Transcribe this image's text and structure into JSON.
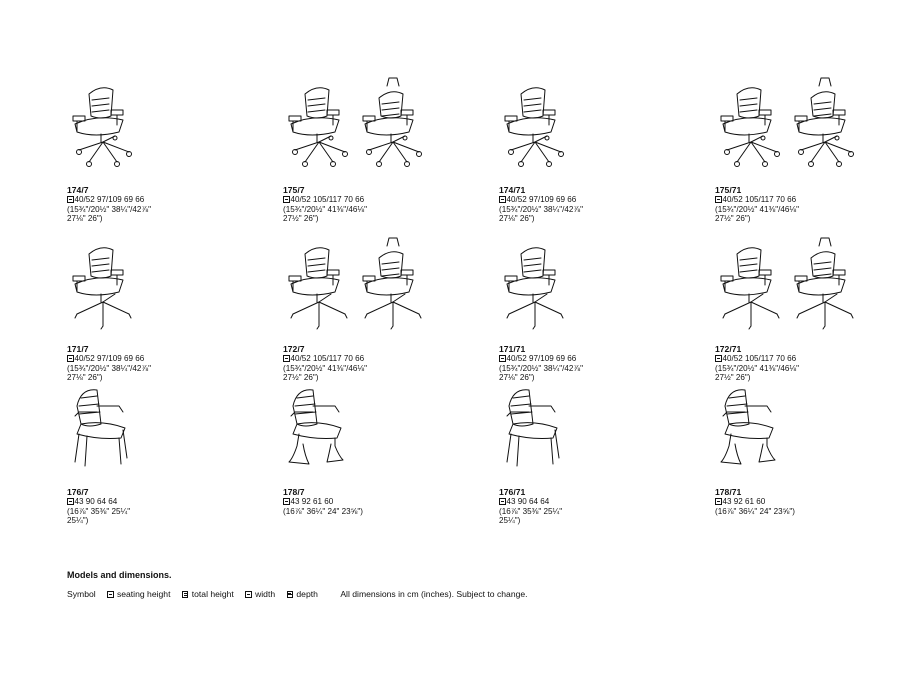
{
  "items": [
    {
      "model": "174/7",
      "line1": "40/52  97/109  69  66",
      "line2": "(15¾\"/20½\"  38¼\"/42⅞\"",
      "line3": "27⅛\"  26\")",
      "variant": "mesh-5star",
      "pair": false
    },
    {
      "model": "175/7",
      "line1": "40/52  105/117  70  66",
      "line2": "(15¾\"/20½\"  41⅜\"/46⅛\"",
      "line3": "27½\"  26\")",
      "variant": "mesh-5star",
      "pair": true
    },
    {
      "model": "174/71",
      "line1": "40/52  97/109  69  66",
      "line2": "(15¾\"/20½\"  38¼\"/42⅞\"",
      "line3": "27⅛\"  26\")",
      "variant": "mesh-5star",
      "pair": false
    },
    {
      "model": "175/71",
      "line1": "40/52  105/117  70  66",
      "line2": "(15¾\"/20½\"  41⅜\"/46⅛\"",
      "line3": "27½\"  26\")",
      "variant": "mesh-5star",
      "pair": true
    },
    {
      "model": "171/7",
      "line1": "40/52  97/109  69  66",
      "line2": "(15¾\"/20½\"  38¼\"/42⅞\"",
      "line3": "27⅛\"  26\")",
      "variant": "mesh-4star",
      "pair": false
    },
    {
      "model": "172/7",
      "line1": "40/52  105/117  70  66",
      "line2": "(15¾\"/20½\"  41⅜\"/46⅛\"",
      "line3": "27½\"  26\")",
      "variant": "mesh-4star",
      "pair": true
    },
    {
      "model": "171/71",
      "line1": "40/52  97/109  69  66",
      "line2": "(15¾\"/20½\"  38¼\"/42⅞\"",
      "line3": "27⅛\"  26\")",
      "variant": "mesh-4star",
      "pair": false
    },
    {
      "model": "172/71",
      "line1": "40/52  105/117  70  66",
      "line2": "(15¾\"/20½\"  41⅜\"/46⅛\"",
      "line3": "27½\"  26\")",
      "variant": "mesh-4star",
      "pair": true
    },
    {
      "model": "176/7",
      "line1": "43  90  64  64",
      "line2": "(16⅞\"  35⅜\"  25¼\"",
      "line3": "25¼\")",
      "variant": "four-leg",
      "pair": false
    },
    {
      "model": "178/7",
      "line1": "43  92  61  60",
      "line2": "(16⅞\"  36¼\"  24\"  23⅝\")",
      "line3": "",
      "variant": "cantilever",
      "pair": false
    },
    {
      "model": "176/71",
      "line1": "43  90  64  64",
      "line2": "(16⅞\"  35⅜\"  25¼\"",
      "line3": "25¼\")",
      "variant": "four-leg",
      "pair": false
    },
    {
      "model": "178/71",
      "line1": "43  92  61  60",
      "line2": "(16⅞\"  36¼\"  24\"  23⅝\")",
      "line3": "",
      "variant": "cantilever",
      "pair": false
    }
  ],
  "footer": {
    "heading": "Models and dimensions.",
    "symbol_label": "Symbol",
    "seating_height": "seating height",
    "total_height": "total height",
    "width": "width",
    "depth": "depth",
    "note": "All dimensions in cm (inches). Subject to change."
  }
}
